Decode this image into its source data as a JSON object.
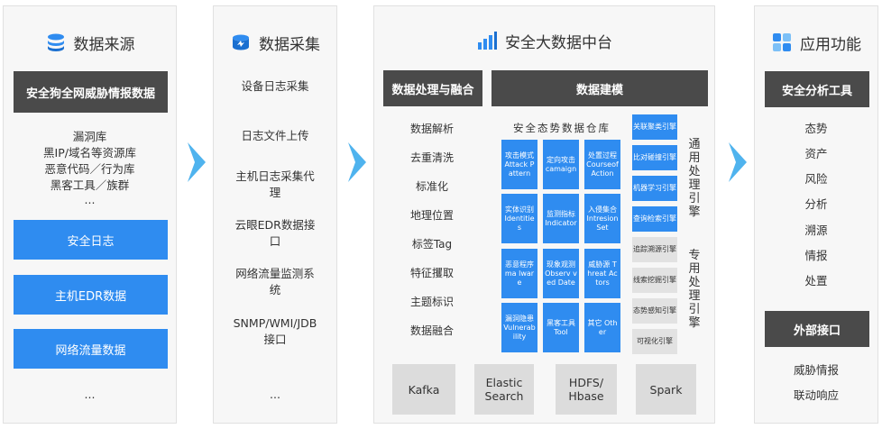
{
  "col1": {
    "title": "数据来源",
    "header": "安全狗全网威胁情报数据",
    "list": [
      "漏洞库",
      "黑IP/域名等资源库",
      "恶意代码／行为库",
      "黑客工具／族群",
      "..."
    ],
    "buttons": [
      "安全日志",
      "主机EDR数据",
      "网络流量数据"
    ],
    "ellipsis": "..."
  },
  "col2": {
    "title": "数据采集",
    "items": [
      "设备日志采集",
      "日志文件上传",
      "主机日志采集代理",
      "云眼EDR数据接口",
      "网络流量监测系统",
      "SNMP/WMI/JDB接口"
    ],
    "ellipsis": "..."
  },
  "col3": {
    "title": "安全大数据中台",
    "processing": {
      "header": "数据处理与融合",
      "items": [
        "数据解析",
        "去重清洗",
        "标准化",
        "地理位置",
        "标签Tag",
        "特征攫取",
        "主题标识",
        "数据融合"
      ]
    },
    "modeling": {
      "header": "数据建模",
      "warehouse_title": "安全态势数据仓库",
      "cells": [
        "攻击模式 Attack Pattern",
        "定向攻击 camaign",
        "处置过程 Courseof Action",
        "实体识别 Identities",
        "监测指标 Indicator",
        "入侵集合 Intresion Set",
        "恶意程序 ma lware",
        "现象观测 Observ ved Date",
        "威胁源 Threat Actors",
        "漏洞隐患 Vulnerab ility",
        "黑客工具 Tool",
        "其它 Other"
      ],
      "general_engines": [
        "关联聚类引擎",
        "比对碰撞引擎",
        "机器学习引擎",
        "查询检索引擎"
      ],
      "special_engines": [
        "追踪溯源引擎",
        "线索挖掘引擎",
        "态势感知引擎",
        "可视化引擎"
      ],
      "general_label": "通用处理引擎",
      "special_label": "专用处理引擎"
    },
    "infra": [
      "Kafka",
      "Elastic Search",
      "HDFS/ Hbase",
      "Spark"
    ]
  },
  "col4": {
    "title": "应用功能",
    "header1": "安全分析工具",
    "tools": [
      "态势",
      "资产",
      "风险",
      "分析",
      "溯源",
      "情报",
      "处置"
    ],
    "header2": "外部接口",
    "interfaces": [
      "威胁情报",
      "联动响应"
    ]
  },
  "colors": {
    "blue": "#2f8cf0",
    "dark": "#4a4a4a",
    "arrow": "#4fb3ee",
    "gray": "#dcdcdc"
  }
}
